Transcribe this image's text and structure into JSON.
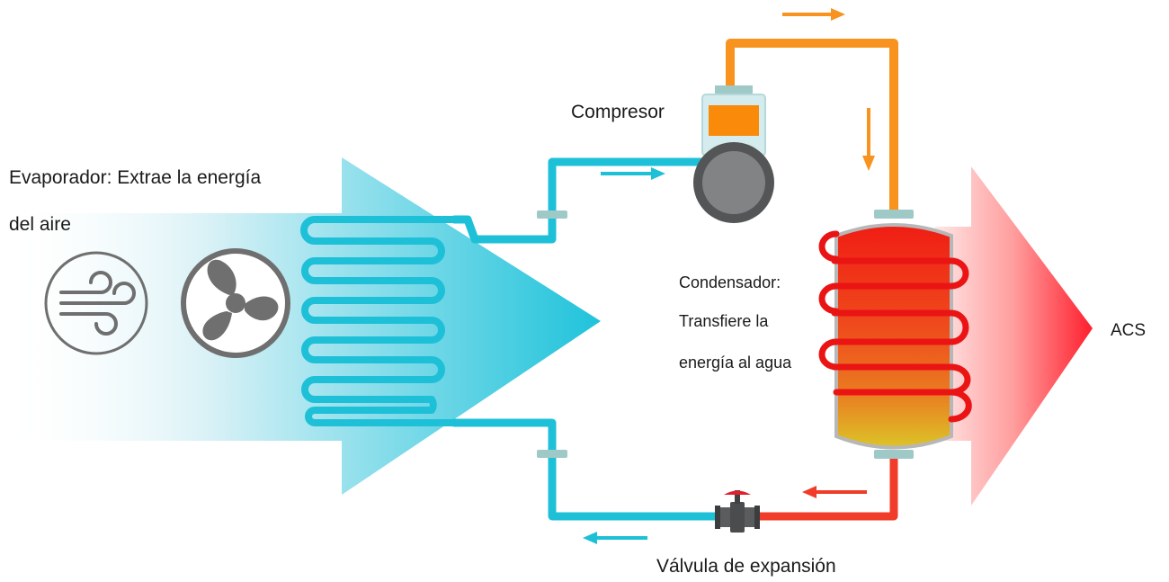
{
  "labels": {
    "compressor": "Compresor",
    "evaporator_line1": "Evaporador: Extrae la energía",
    "evaporator_line2": "del aire",
    "condenser_line1": "Condensador:",
    "condenser_line2": "Transfiere la",
    "condenser_line3": "energía al agua",
    "acs": "ACS",
    "expansion_valve": "Válvula de expansión"
  },
  "icons": {
    "wind": "wind-icon",
    "fan": "fan-icon",
    "compressor": "compressor-icon",
    "tank": "water-tank-icon",
    "valve": "expansion-valve-icon"
  },
  "colors": {
    "cold_pipe": "#1ec0d8",
    "hot_pipe": "#f7931e",
    "warm_return_pipe": "#f03c28",
    "compressor_box": "#d4ecee",
    "compressor_accent": "#f98a0a",
    "icon_gray": "#6f6f6f",
    "valve_handle": "#e0202c"
  }
}
